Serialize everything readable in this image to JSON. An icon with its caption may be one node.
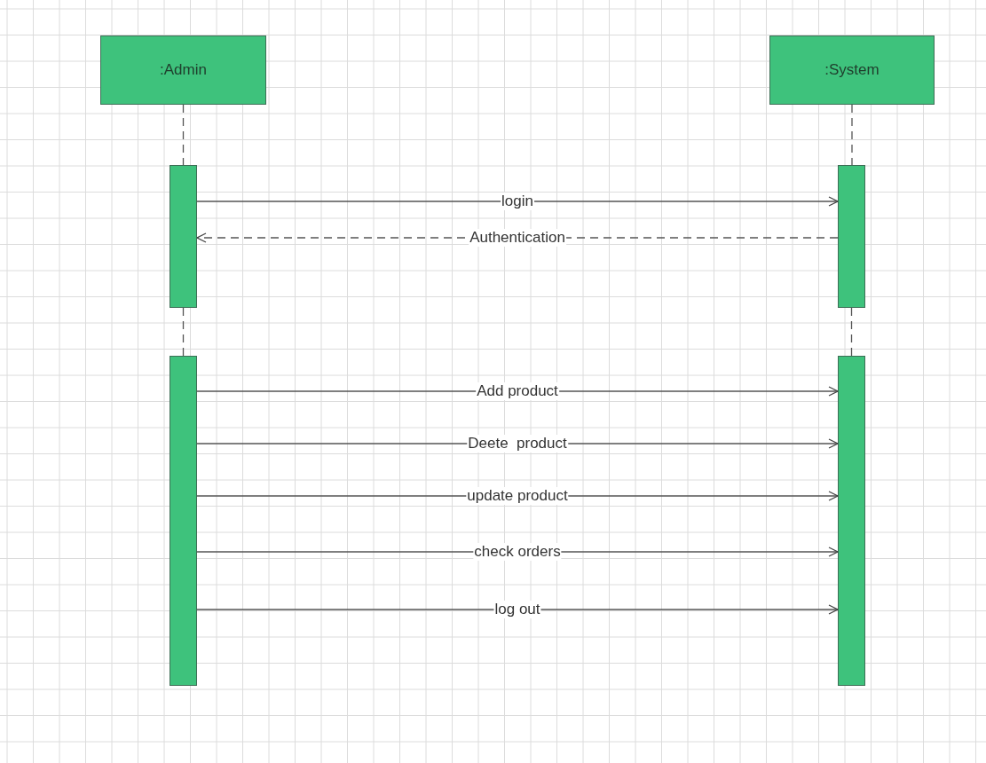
{
  "diagram": {
    "nodes": [
      {
        "text": [
          ":Admin"
        ]
      },
      {
        "text": [
          ":System"
        ]
      },
      {
        "text": [],
        "shape": "bar"
      },
      {
        "text": [],
        "shape": "bar"
      },
      {
        "text": [],
        "shape": "bar"
      },
      {
        "text": [],
        "shape": "bar"
      }
    ],
    "edges": [
      {
        "from": 0,
        "to": 2,
        "arrow": "none",
        "style": "dashed"
      },
      {
        "from": 2,
        "to": 4,
        "arrow": "none",
        "style": "dashed"
      },
      {
        "from": 1,
        "to": 3,
        "arrow": "none",
        "style": "dashed"
      },
      {
        "from": 3,
        "to": 5,
        "arrow": "none",
        "style": "dashed"
      },
      {
        "from": 2,
        "to": 3,
        "arrow": "to",
        "label": "login"
      },
      {
        "from": 3,
        "to": 2,
        "arrow": "to",
        "label": "Authentication",
        "style": "dashed"
      },
      {
        "from": 4,
        "to": 5,
        "arrow": "to",
        "label": "Add product"
      },
      {
        "from": 4,
        "to": 5,
        "arrow": "to",
        "label": "Deete  product"
      },
      {
        "from": 4,
        "to": 5,
        "arrow": "to",
        "label": "update product"
      },
      {
        "from": 4,
        "to": 5,
        "arrow": "to",
        "label": "check orders"
      },
      {
        "from": 4,
        "to": 5,
        "arrow": "to",
        "label": "log out"
      }
    ]
  }
}
